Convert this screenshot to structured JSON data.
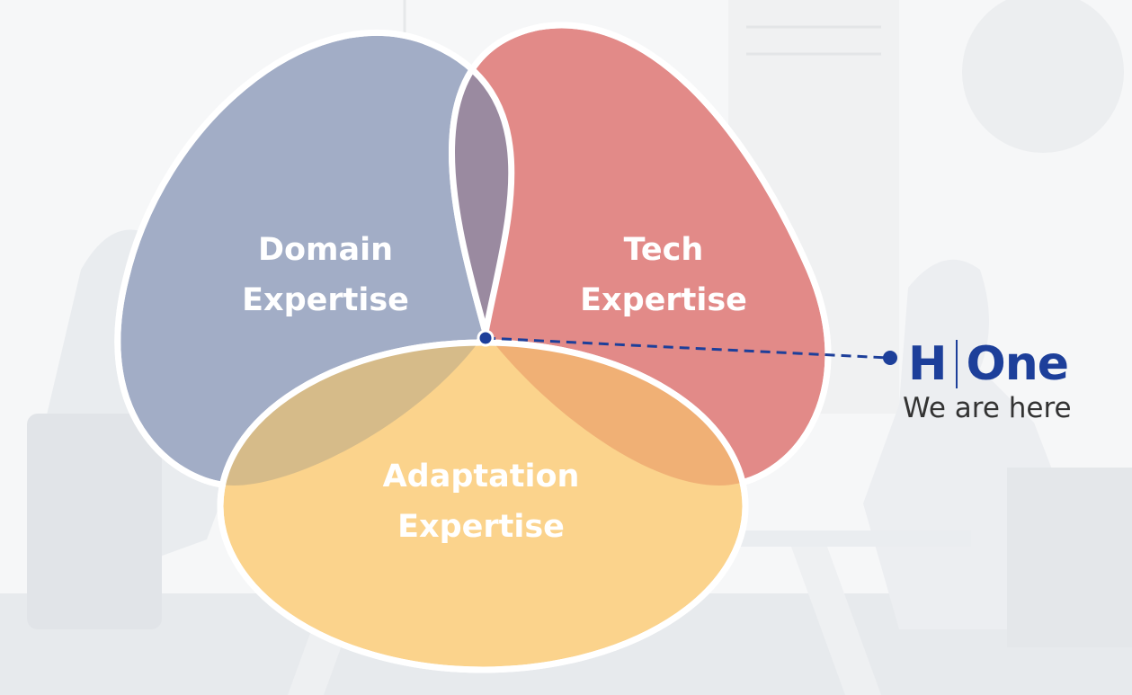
{
  "diagram": {
    "sets": [
      {
        "id": "domain",
        "line1": "Domain",
        "line2": "Expertise",
        "color": "#a2adc6"
      },
      {
        "id": "tech",
        "line1": "Tech",
        "line2": "Expertise",
        "color": "#e28a88"
      },
      {
        "id": "adaptation",
        "line1": "Adaptation",
        "line2": "Expertise",
        "color": "#fbd38c"
      }
    ],
    "overlap_colors": {
      "domain_tech": "#9a8aa0",
      "domain_adaptation": "#d6bb89",
      "tech_adaptation": "#f0b075"
    },
    "connector_color": "#1d3f9a"
  },
  "brand": {
    "logo_left": "H",
    "logo_right": "One",
    "tagline": "We are here",
    "color": "#1d3f9a"
  }
}
